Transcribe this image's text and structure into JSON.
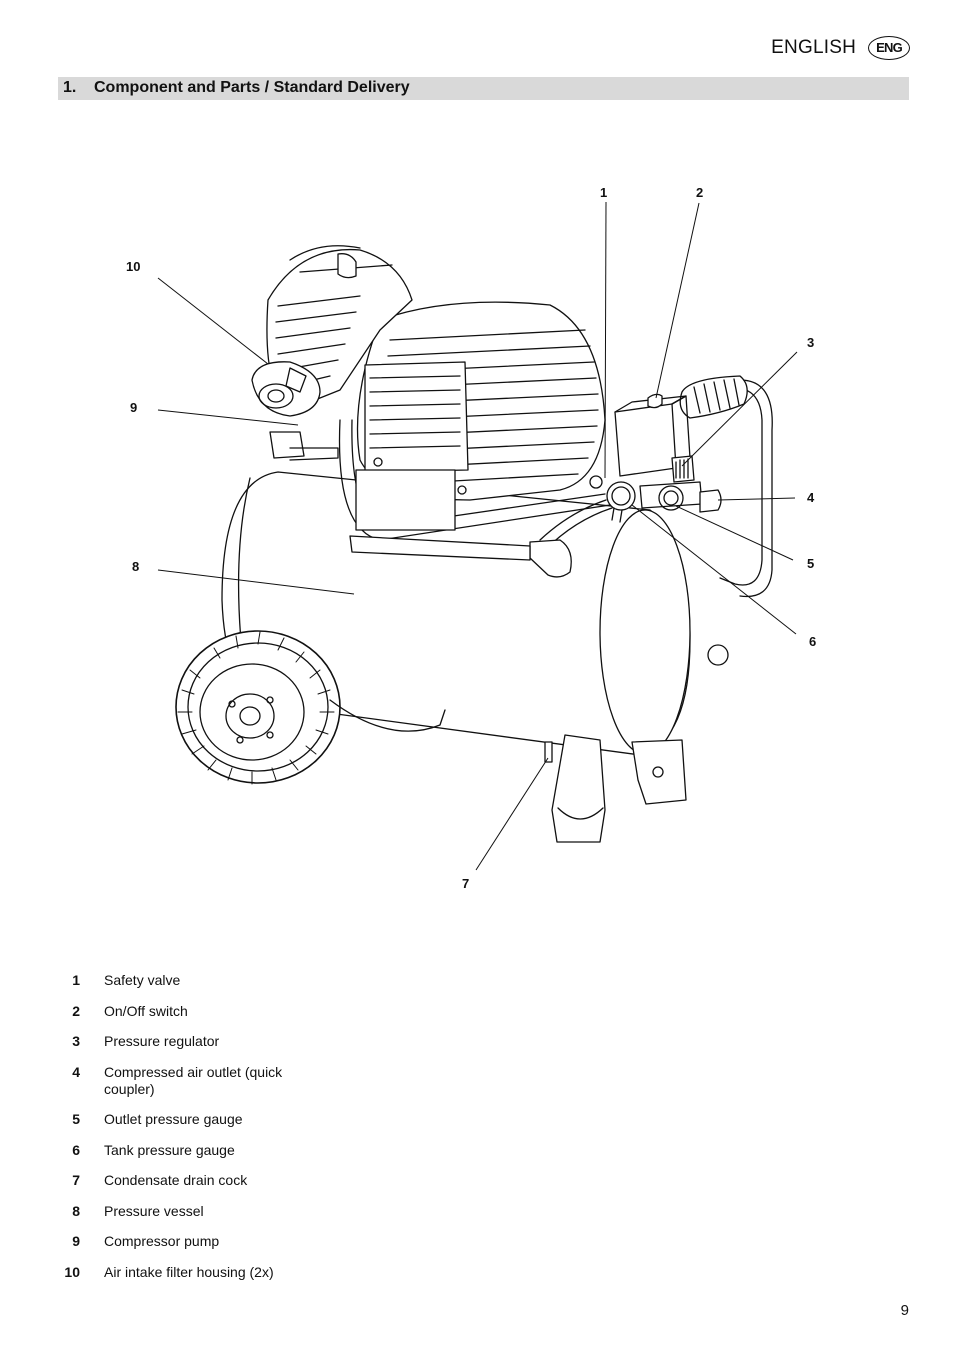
{
  "header": {
    "language": "ENGLISH",
    "language_badge": "ENG"
  },
  "section": {
    "number": "1.",
    "title": "Component and Parts / Standard Delivery"
  },
  "callouts": [
    "1",
    "2",
    "3",
    "4",
    "5",
    "6",
    "7",
    "8",
    "9",
    "10"
  ],
  "parts": [
    {
      "num": "1",
      "label": "Safety valve"
    },
    {
      "num": "2",
      "label": "On/Off switch"
    },
    {
      "num": "3",
      "label": "Pressure regulator"
    },
    {
      "num": "4",
      "label": "Compressed air outlet (quick coupler)"
    },
    {
      "num": "5",
      "label": "Outlet pressure gauge"
    },
    {
      "num": "6",
      "label": "Tank pressure gauge"
    },
    {
      "num": "7",
      "label": "Condensate drain cock"
    },
    {
      "num": "8",
      "label": "Pressure vessel"
    },
    {
      "num": "9",
      "label": "Compressor pump"
    },
    {
      "num": "10",
      "label": "Air intake filter housing (2x)"
    }
  ],
  "page_number": "9"
}
